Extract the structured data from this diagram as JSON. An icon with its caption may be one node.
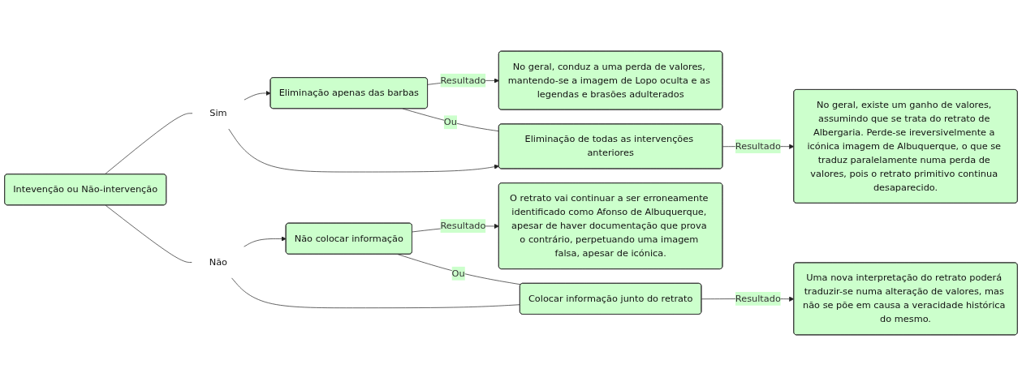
{
  "diagram": {
    "nodes": [
      {
        "text": [
          "Intevenção ou Não-intervenção"
        ]
      },
      {
        "text": [
          "Sim"
        ]
      },
      {
        "text": [
          "Eliminação apenas das barbas"
        ]
      },
      {
        "text": [
          "No geral, conduz a uma perda de valores, mantendo-se a imagem de Lopo oculta e as legendas e brasões adulterados"
        ]
      },
      {
        "text": [
          "Eliminação de todas as intervenções anteriores"
        ]
      },
      {
        "text": [
          "No geral, existe um ganho de valores, assumindo que se trata do retrato de Albergaria. Perde-se ireversivelmente a icónica imagem de Albuquerque, o que se traduz paralelamente numa perda de valores, pois o retrato primitivo continua desaparecido."
        ]
      },
      {
        "text": [
          "Não"
        ]
      },
      {
        "text": [
          "Não colocar informação"
        ]
      },
      {
        "text": [
          "O retrato vai continuar a ser erroneamente identificado como Afonso de Albuquerque, apesar de haver documentação que prova o contrário, perpetuando uma imagem falsa, apesar de icónica."
        ]
      },
      {
        "text": [
          "Colocar informação junto do retrato"
        ]
      },
      {
        "text": [
          "Uma nova interpretação do retrato poderá traduzir-se numa alteração de valores, mas não se põe em causa a veracidade histórica do mesmo."
        ]
      }
    ],
    "edges": [
      {
        "from": 0,
        "to": 1,
        "arrow": "none"
      },
      {
        "from": 1,
        "to": 2,
        "arrow": "to"
      },
      {
        "from": 1,
        "to": 4,
        "arrow": "to"
      },
      {
        "from": 2,
        "to": 4,
        "arrow": "none",
        "label": "Ou"
      },
      {
        "from": 2,
        "to": 3,
        "arrow": "to",
        "label": "Resultado"
      },
      {
        "from": 4,
        "to": 5,
        "arrow": "to",
        "label": "Resultado"
      },
      {
        "from": 0,
        "to": 6,
        "arrow": "none"
      },
      {
        "from": 6,
        "to": 7,
        "arrow": "to"
      },
      {
        "from": 6,
        "to": 9,
        "arrow": "none"
      },
      {
        "from": 7,
        "to": 9,
        "arrow": "none",
        "label": "Ou"
      },
      {
        "from": 7,
        "to": 8,
        "arrow": "to",
        "label": "Resultado"
      },
      {
        "from": 9,
        "to": 10,
        "arrow": "to",
        "label": "Resultado"
      }
    ]
  }
}
